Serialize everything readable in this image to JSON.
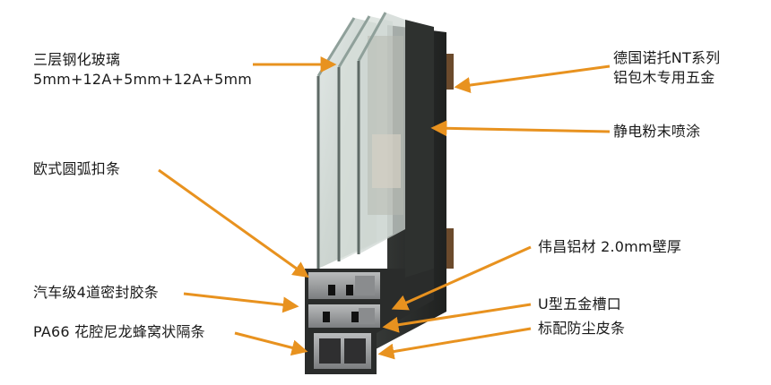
{
  "colors": {
    "arrow": "#e8921f",
    "frame": "#2a2c2b",
    "glass_edge": "#bfc8c8",
    "aluminum": "#9a9c9d",
    "text": "#1a1a1a"
  },
  "labels": {
    "glass_layers": [
      "三层钢化玻璃",
      "5mm+12A+5mm+12A+5mm"
    ],
    "arc_bead": "欧式圆弧扣条",
    "gasket": "汽车级4道密封胶条",
    "thermal_break": "PA66 花腔尼龙蜂窝状隔条",
    "hardware": [
      "德国诺托NT系列",
      "铝包木专用五金"
    ],
    "powder_coat": "静电粉末喷涂",
    "aluminum_profile": "伟昌铝材 2.0mm壁厚",
    "u_groove": "U型五金槽口",
    "dust_strip": "标配防尘皮条"
  }
}
